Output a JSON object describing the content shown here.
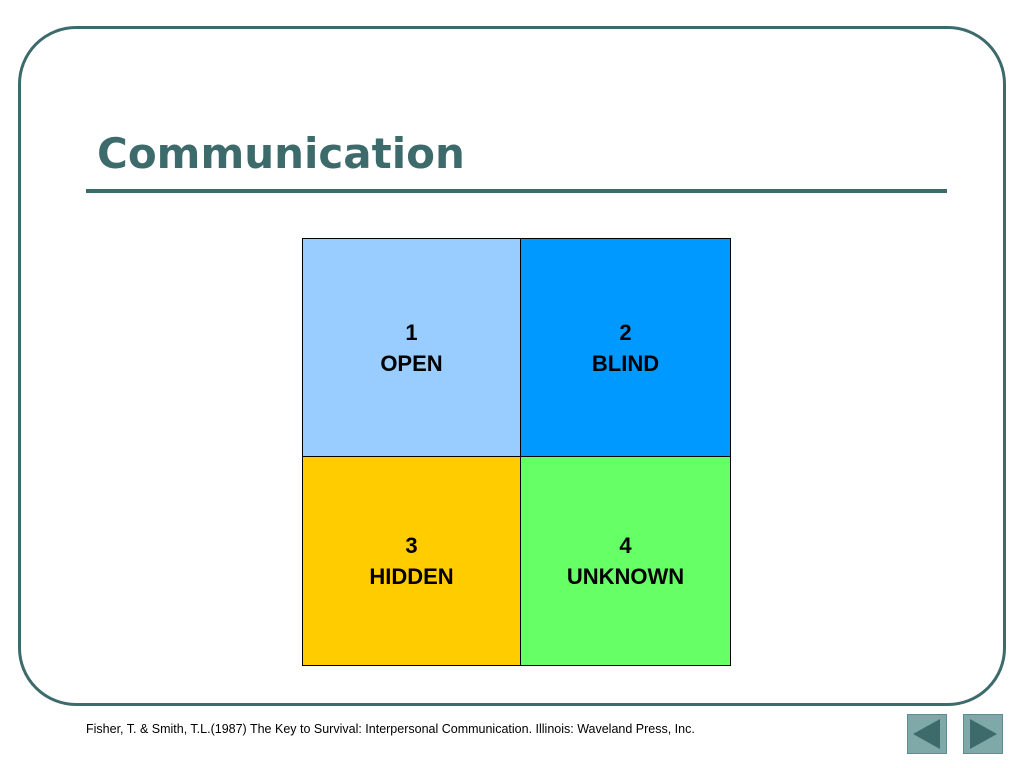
{
  "slide": {
    "title": "Communication",
    "citation": "Fisher, T. & Smith, T.L.(1987) The Key to Survival: Interpersonal Communication. Illinois: Waveland Press, Inc."
  },
  "quadrants": [
    {
      "number": "1",
      "label": "OPEN",
      "color": "#99ccff"
    },
    {
      "number": "2",
      "label": "BLIND",
      "color": "#0099ff"
    },
    {
      "number": "3",
      "label": "HIDDEN",
      "color": "#ffcc00"
    },
    {
      "number": "4",
      "label": "UNKNOWN",
      "color": "#66ff66"
    }
  ],
  "colors": {
    "theme": "#3d6b6b",
    "nav_button": "#7fa8a8",
    "nav_arrow": "#3d6b6b"
  },
  "navigation": {
    "prev_icon": "triangle-left-icon",
    "next_icon": "triangle-right-icon"
  }
}
